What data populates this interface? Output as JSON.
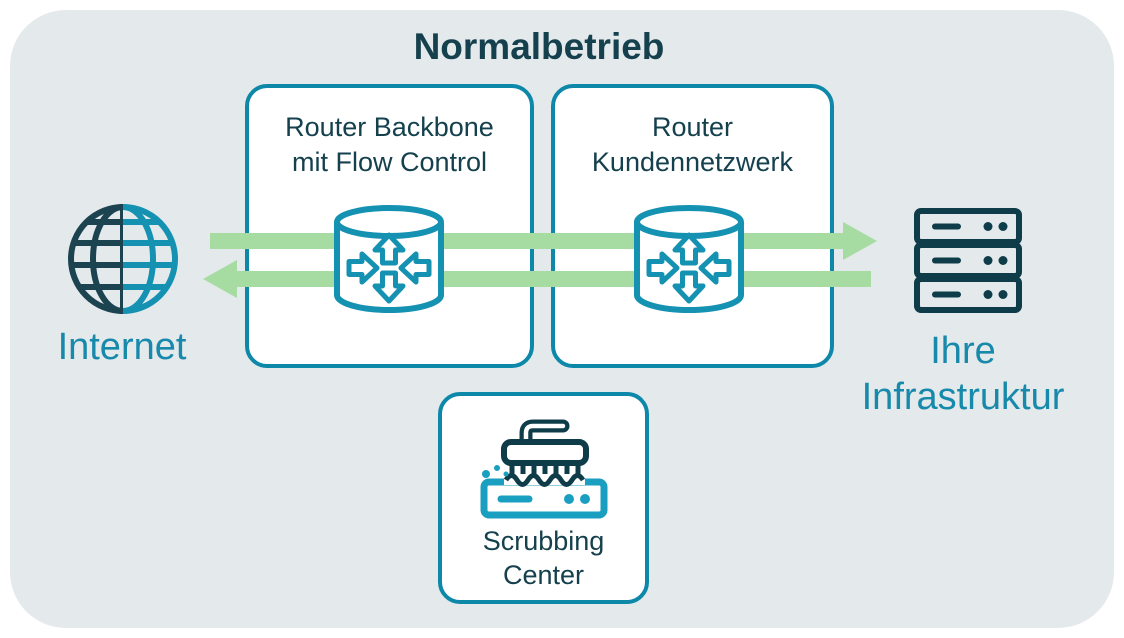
{
  "diagram": {
    "title": "Normalbetrieb",
    "nodes": {
      "internet": {
        "label": "Internet",
        "icon": "globe-icon"
      },
      "router_backbone": {
        "line1": "Router Backbone",
        "line2": "mit Flow Control",
        "icon": "router-icon"
      },
      "router_customer": {
        "line1": "Router",
        "line2": "Kundennetzwerk",
        "icon": "router-icon"
      },
      "infrastructure": {
        "line1": "Ihre",
        "line2": "Infrastruktur",
        "icon": "server-rack-icon"
      },
      "scrubbing_center": {
        "line1": "Scrubbing",
        "line2": "Center",
        "icon": "scrubbing-brush-icon"
      }
    },
    "flows": [
      {
        "name": "traffic-to-customer",
        "from": "Internet",
        "to": "Ihre Infrastruktur",
        "direction": "right",
        "color": "#a6dba2"
      },
      {
        "name": "traffic-to-internet",
        "from": "Ihre Infrastruktur",
        "to": "Internet",
        "direction": "left",
        "color": "#a6dba2"
      }
    ],
    "colors": {
      "panel_bg": "#e4e9ec",
      "box_border": "#0e88a9",
      "dark_text": "#15404d",
      "teal_text": "#1789aa",
      "arrow_green": "#a6dba2",
      "icon_teal": "#1591b2",
      "icon_dark": "#0f3c49",
      "globe_dark": "#1c4450",
      "scrub_teal": "#1b9fc0"
    }
  }
}
